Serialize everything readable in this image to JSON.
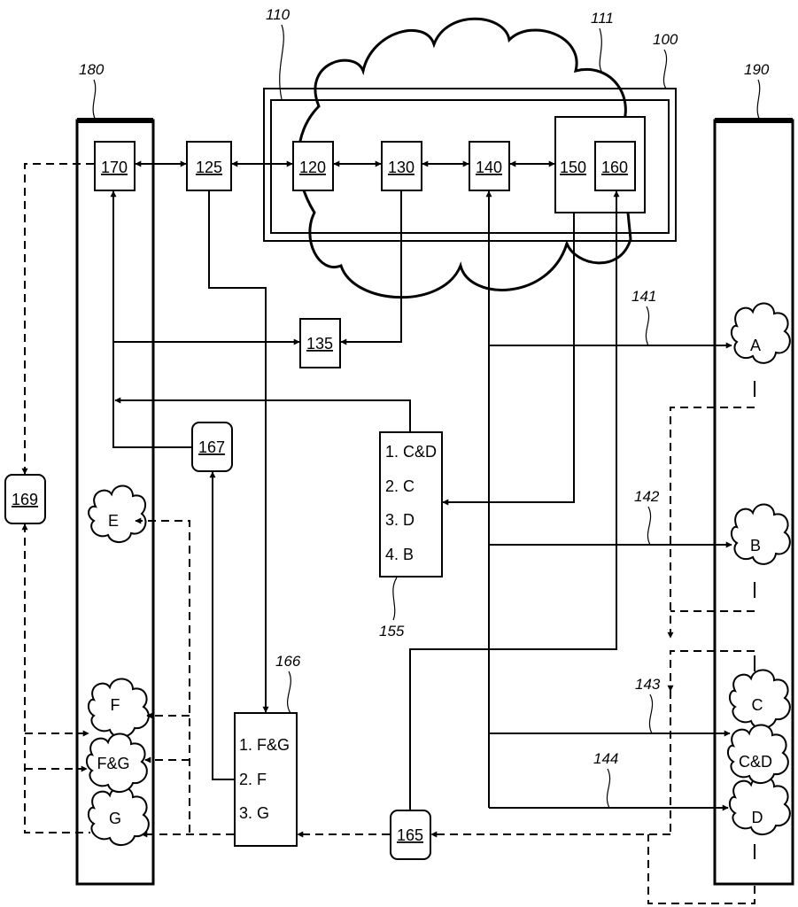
{
  "refs": {
    "r100": "100",
    "r110": "110",
    "r111": "111",
    "r141": "141",
    "r142": "142",
    "r143": "143",
    "r144": "144",
    "r155": "155",
    "r166": "166",
    "r180": "180",
    "r190": "190"
  },
  "boxes": {
    "b120": "120",
    "b125": "125",
    "b130": "130",
    "b135": "135",
    "b140": "140",
    "b150": "150",
    "b160": "160",
    "b165": "165",
    "b167": "167",
    "b169": "169",
    "b170": "170"
  },
  "list155": [
    "1. C&D",
    "2. C",
    "3. D",
    "4. B"
  ],
  "list166": [
    "1. F&G",
    "2. F",
    "3. G"
  ],
  "clouds": {
    "A": "A",
    "B": "B",
    "C": "C",
    "CD": "C&D",
    "D": "D",
    "E": "E",
    "F": "F",
    "FG": "F&G",
    "G": "G"
  }
}
